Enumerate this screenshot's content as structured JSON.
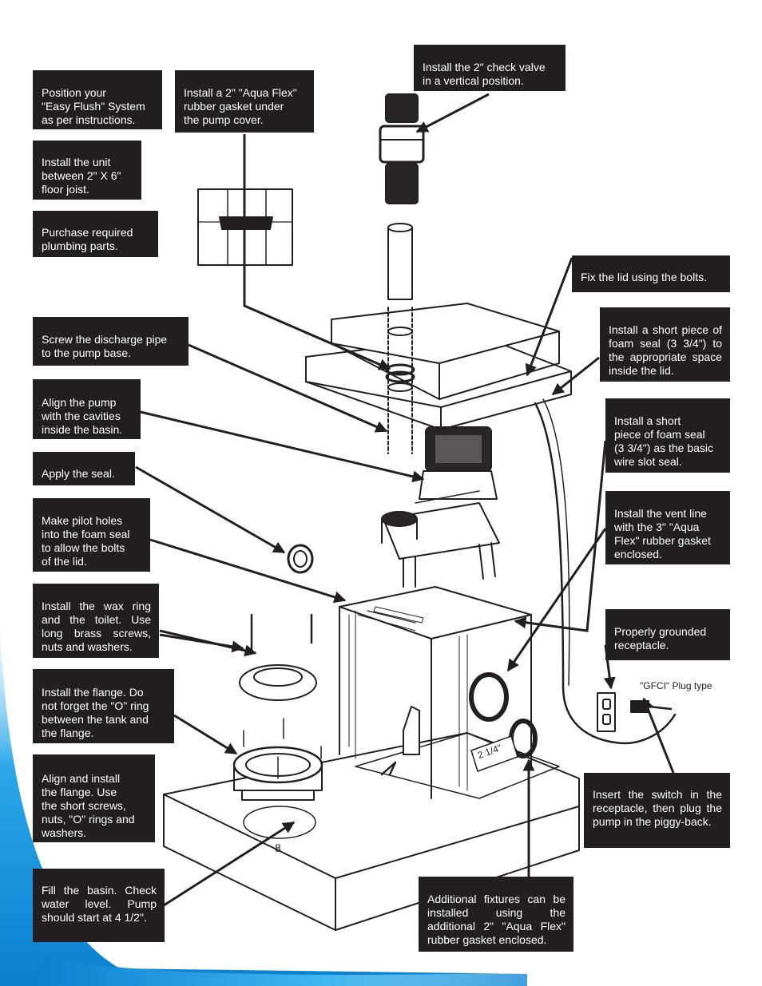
{
  "callouts": {
    "check_valve": "Install the 2\" check valve\nin a vertical position.",
    "position_system": "Position your\n\"Easy Flush\" System\nas per instructions.",
    "aqua_flex_gasket": "Install a 2\" \"Aqua Flex\"\nrubber gasket under\nthe pump cover.",
    "floor_joist": "Install the unit\nbetween 2\" X 6\"\nfloor joist.",
    "plumbing_parts": "Purchase required\nplumbing parts.",
    "fix_lid": "Fix the lid using the bolts.",
    "discharge_pipe": "Screw the discharge pipe\nto the pump base.",
    "foam_seal_lid": "Install a short piece of foam seal (3 3/4\") to the appropriate space inside the lid.",
    "align_pump": "Align the pump\nwith the cavities\ninside the basin.",
    "foam_seal_wire": "Install a short\npiece of foam seal\n(3 3/4\") as the basic\nwire slot seal.",
    "apply_seal": "Apply the seal.",
    "pilot_holes": "Make pilot holes\ninto the foam seal\nto allow the bolts\nof the lid.",
    "vent_line": "Install the vent line\nwith the 3\" \"Aqua\nFlex\" rubber gasket\nenclosed.",
    "wax_ring": "Install the wax ring and the toilet. Use long brass screws, nuts and washers.",
    "grounded_receptacle": "Properly grounded\nreceptacle.",
    "install_flange": "Install the flange. Do\nnot forget the \"O\" ring\nbetween the tank and\nthe flange.",
    "align_flange": "Align and install\nthe flange. Use\nthe short screws,\nnuts, \"O\" rings and\nwashers.",
    "switch_receptacle": "Insert the switch in the receptacle, then plug the pump in the piggy-back.",
    "fill_basin": "Fill the basin. Check water level. Pump should start at 4 1/2\".",
    "additional_fixtures": "Additional fixtures can be installed using the additional 2\" \"Aqua Flex\" rubber gasket enclosed."
  },
  "labels": {
    "gfci": "\"GFCI\" Plug type",
    "dimension": "2 1/4\"",
    "base_mark": "8"
  },
  "colors": {
    "callout_bg": "#231f20",
    "line": "#231f20",
    "accent_blue": "#1e9be0"
  }
}
